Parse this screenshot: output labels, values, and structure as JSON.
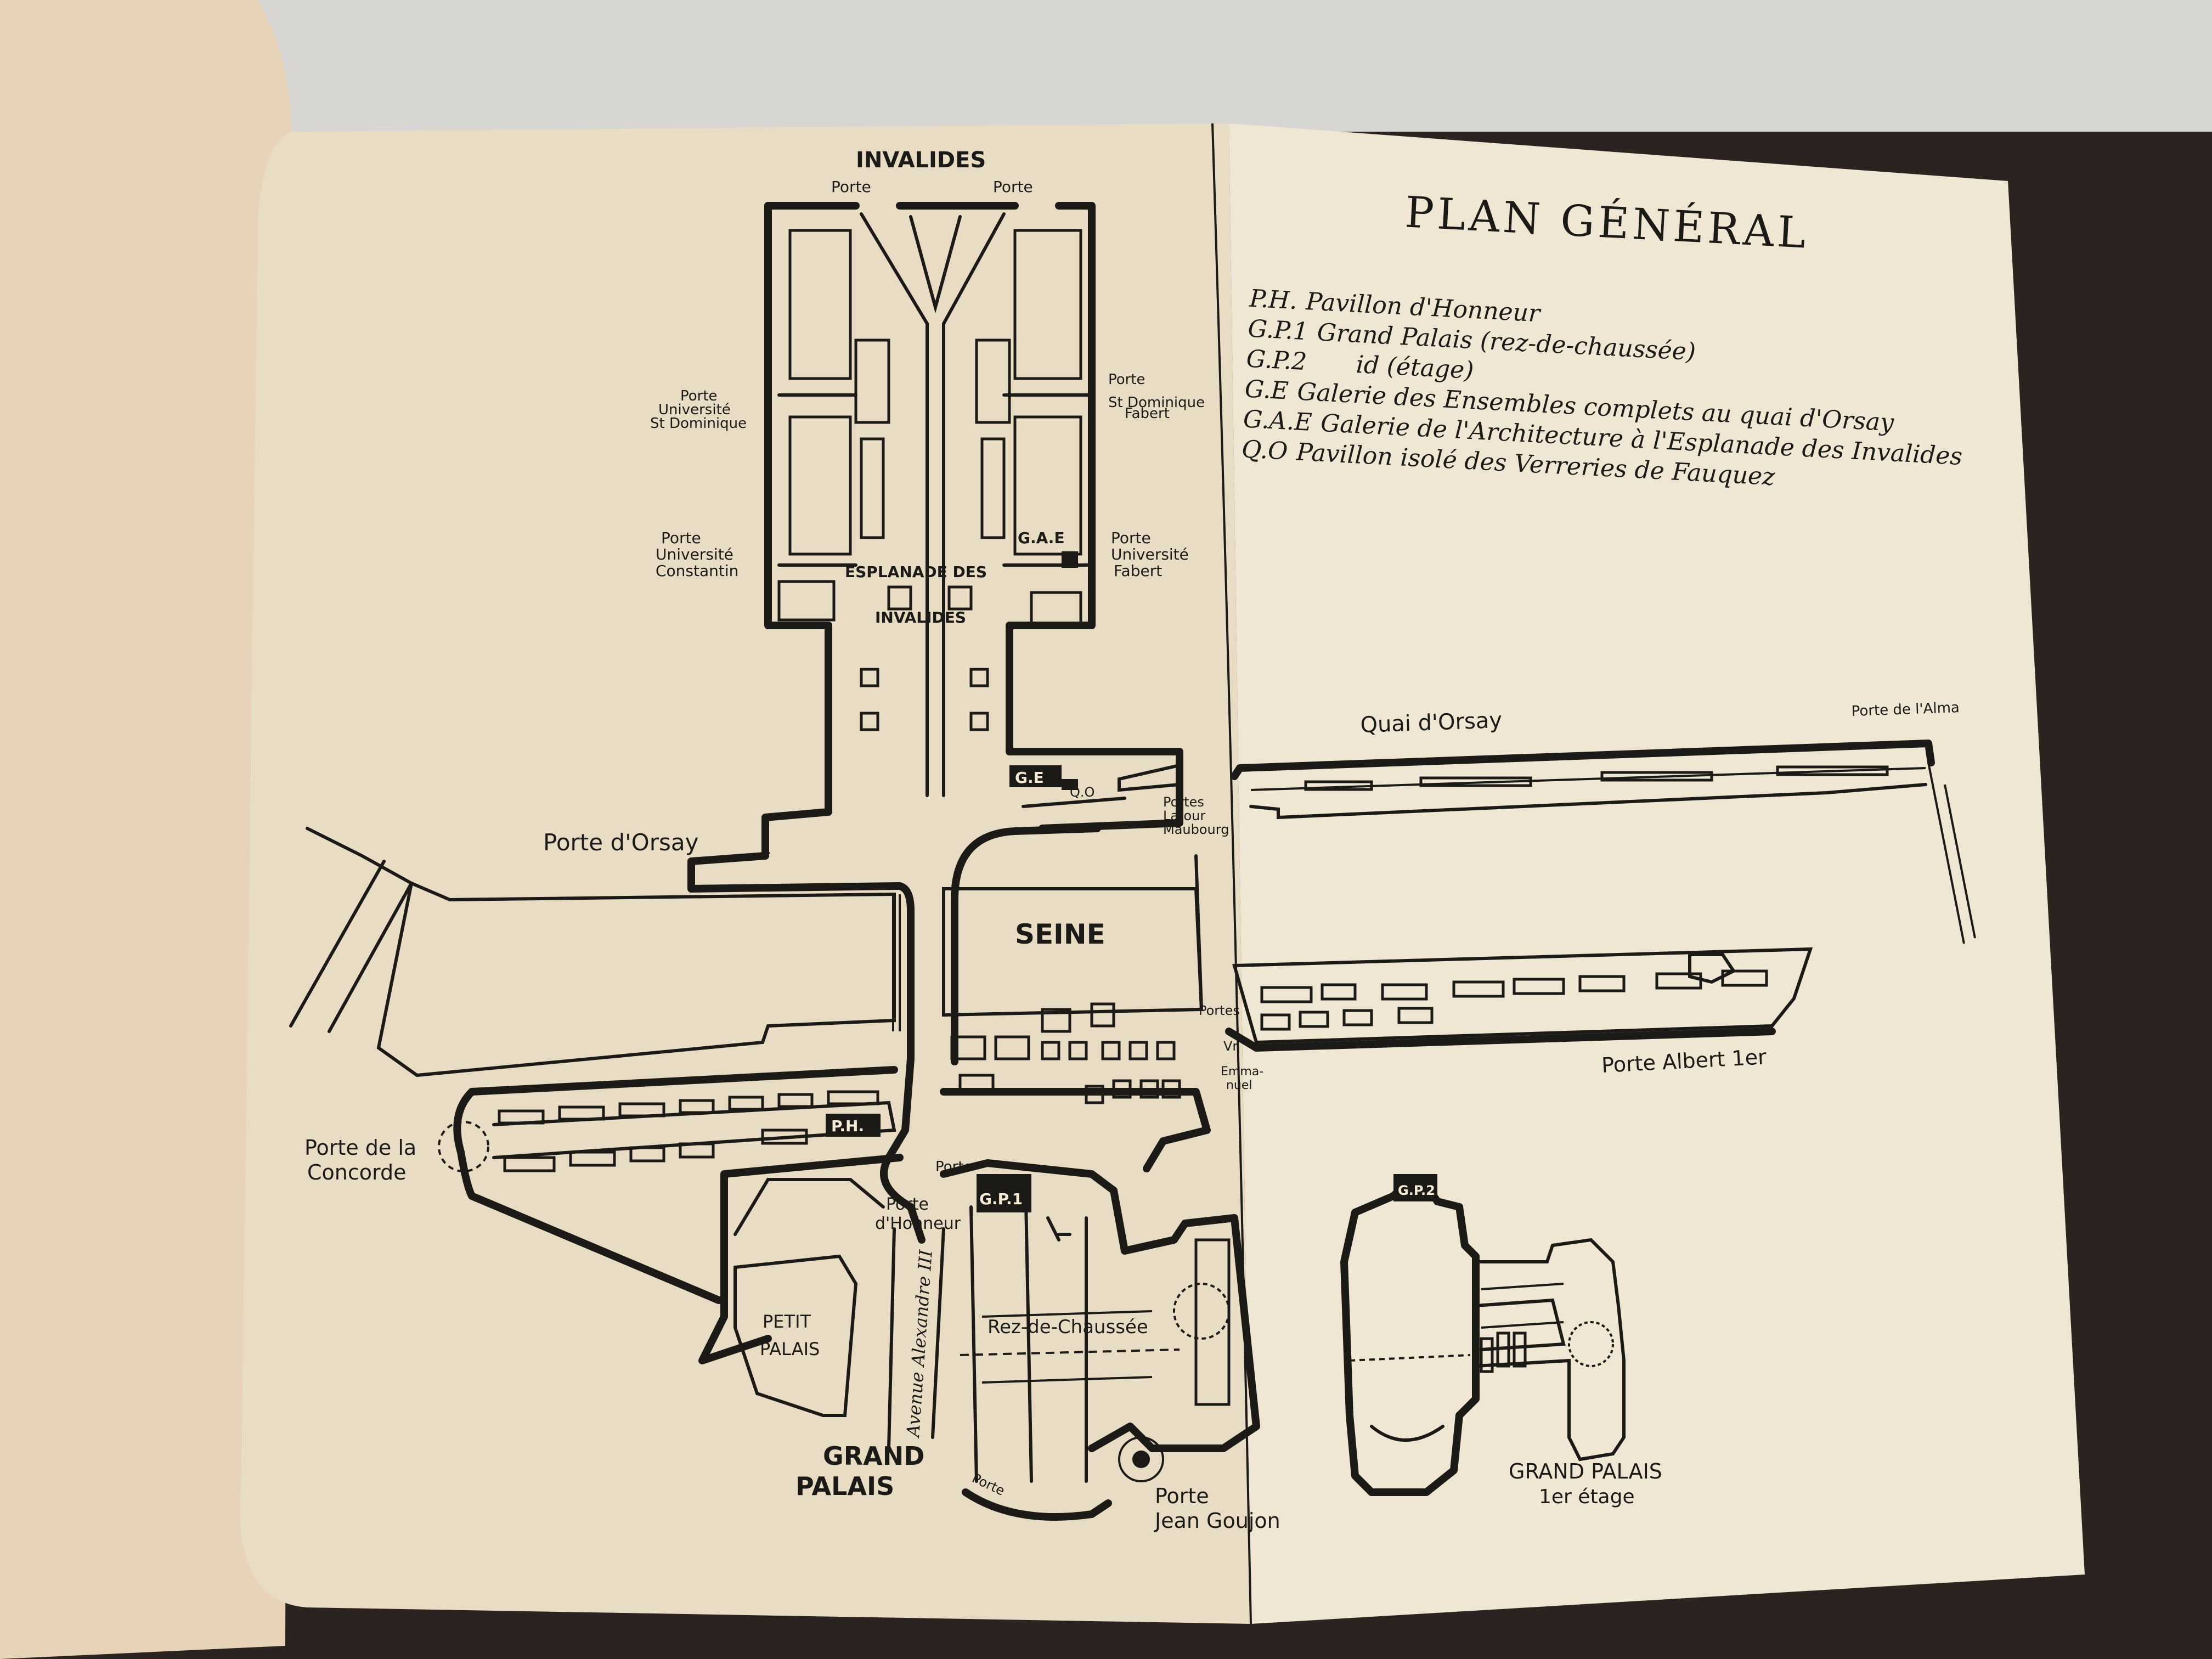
{
  "plan": {
    "title": "PLAN GÉNÉRAL",
    "legend": [
      {
        "code": "P.H.",
        "text": "Pavillon d'Honneur"
      },
      {
        "code": "G.P.1",
        "text": "Grand Palais (rez-de-chaussée)"
      },
      {
        "code": "G.P.2",
        "text": "id (étage)"
      },
      {
        "code": "G.E",
        "text": "Galerie des Ensembles complets au quai d'Orsay"
      },
      {
        "code": "G.A.E",
        "text": "Galerie de l'Architecture à l'Esplanade des Invalides"
      },
      {
        "code": "Q.O",
        "text": "Pavillon isolé des Verreries de Fauquez"
      }
    ]
  },
  "labels": {
    "invalides": "INVALIDES",
    "porte": "Porte",
    "porte_univ_st_dominique": [
      "Porte",
      "Université",
      "St Dominique"
    ],
    "porte_st_dominique_fabert": [
      "Porte",
      "St Dominique",
      "Fabert"
    ],
    "porte_univ_constantin": [
      "Porte",
      "Université",
      "Constantin"
    ],
    "porte_univ_fabert": [
      "Porte",
      "Université",
      "Fabert"
    ],
    "esplanade_1": "ESPLANADE DES",
    "esplanade_2": "INVALIDES",
    "gae": "G.A.E",
    "ge": "G.E",
    "qo": "Q.O",
    "porte_orsay": "Porte d'Orsay",
    "quai_orsay": "Quai d'Orsay",
    "porte_alma": "Porte de l'Alma",
    "portes_latour": [
      "Portes",
      "Latour",
      "Maubourg"
    ],
    "seine": "SEINE",
    "portes_ve": [
      "Portes",
      "Vr",
      "Emma-",
      "nuel"
    ],
    "porte_albert": "Porte Albert 1er",
    "ph": "P.H.",
    "porte_concorde": [
      "Porte de la",
      "Concorde"
    ],
    "porte_honneur": [
      "Porte",
      "d'Honneur"
    ],
    "gp1": "G.P.1",
    "petit_palais": [
      "PETIT",
      "PALAIS"
    ],
    "avenue": "Avenue Alexandre III",
    "rez": "Rez-de-Chaussée",
    "grand_palais": [
      "GRAND",
      "PALAIS"
    ],
    "porte_goujon": [
      "Porte",
      "Jean Goujon"
    ],
    "gp2": "G.P.2",
    "grand_palais_etage": [
      "GRAND PALAIS",
      "1er étage"
    ]
  },
  "colors": {
    "paper_left": "#e9dcc4",
    "paper_right": "#efe6d3",
    "ink": "#1c1a17",
    "background": "#2a2320"
  }
}
